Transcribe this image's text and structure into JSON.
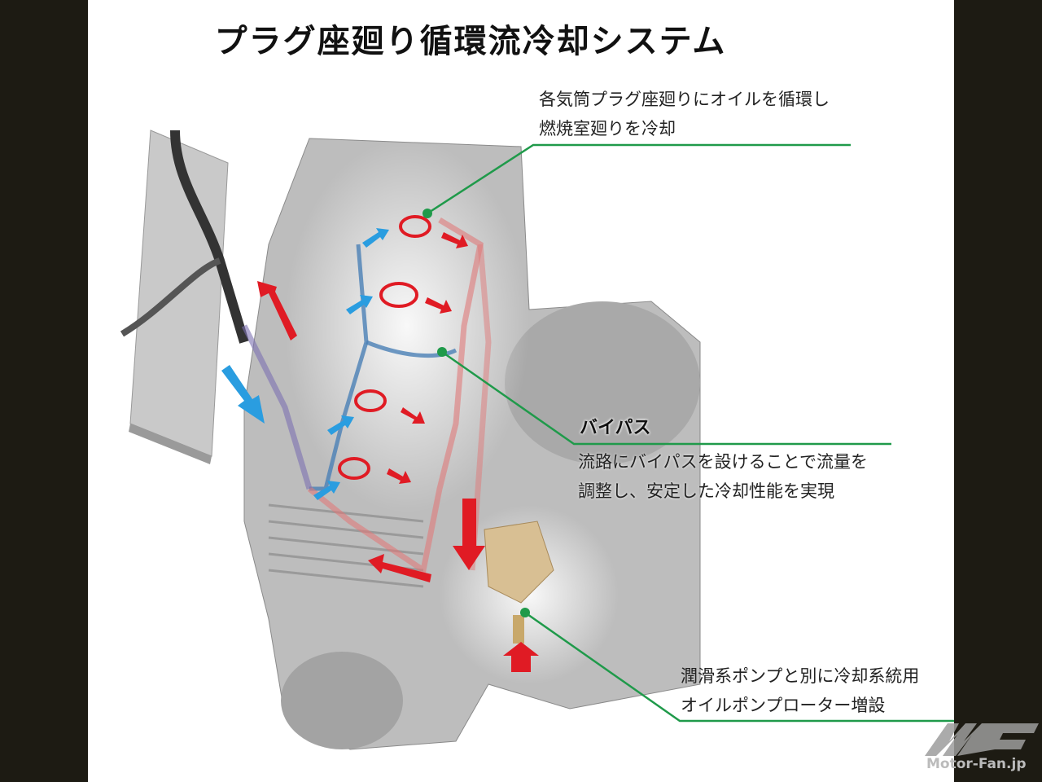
{
  "title": "プラグ座廻り循環流冷却システム",
  "callouts": {
    "plug_seat": {
      "line1": "各気筒プラグ座廻りにオイルを循環し",
      "line2": "燃焼室廻りを冷却"
    },
    "bypass": {
      "heading": "バイパス",
      "line1": "流路にバイパスを設けることで流量を",
      "line2": "調整し、安定した冷却性能を実現"
    },
    "pump": {
      "line1": "潤滑系ポンプと別に冷却系統用",
      "line2": "オイルポンプローター増設"
    }
  },
  "watermark": {
    "text": "Motor-Fan.jp"
  },
  "colors": {
    "frame": "#1d1b13",
    "leader": "#1f9a4a",
    "flow_hot": "#e01b24",
    "flow_cool": "#2a9de0",
    "engine": "#b8b8b8"
  }
}
